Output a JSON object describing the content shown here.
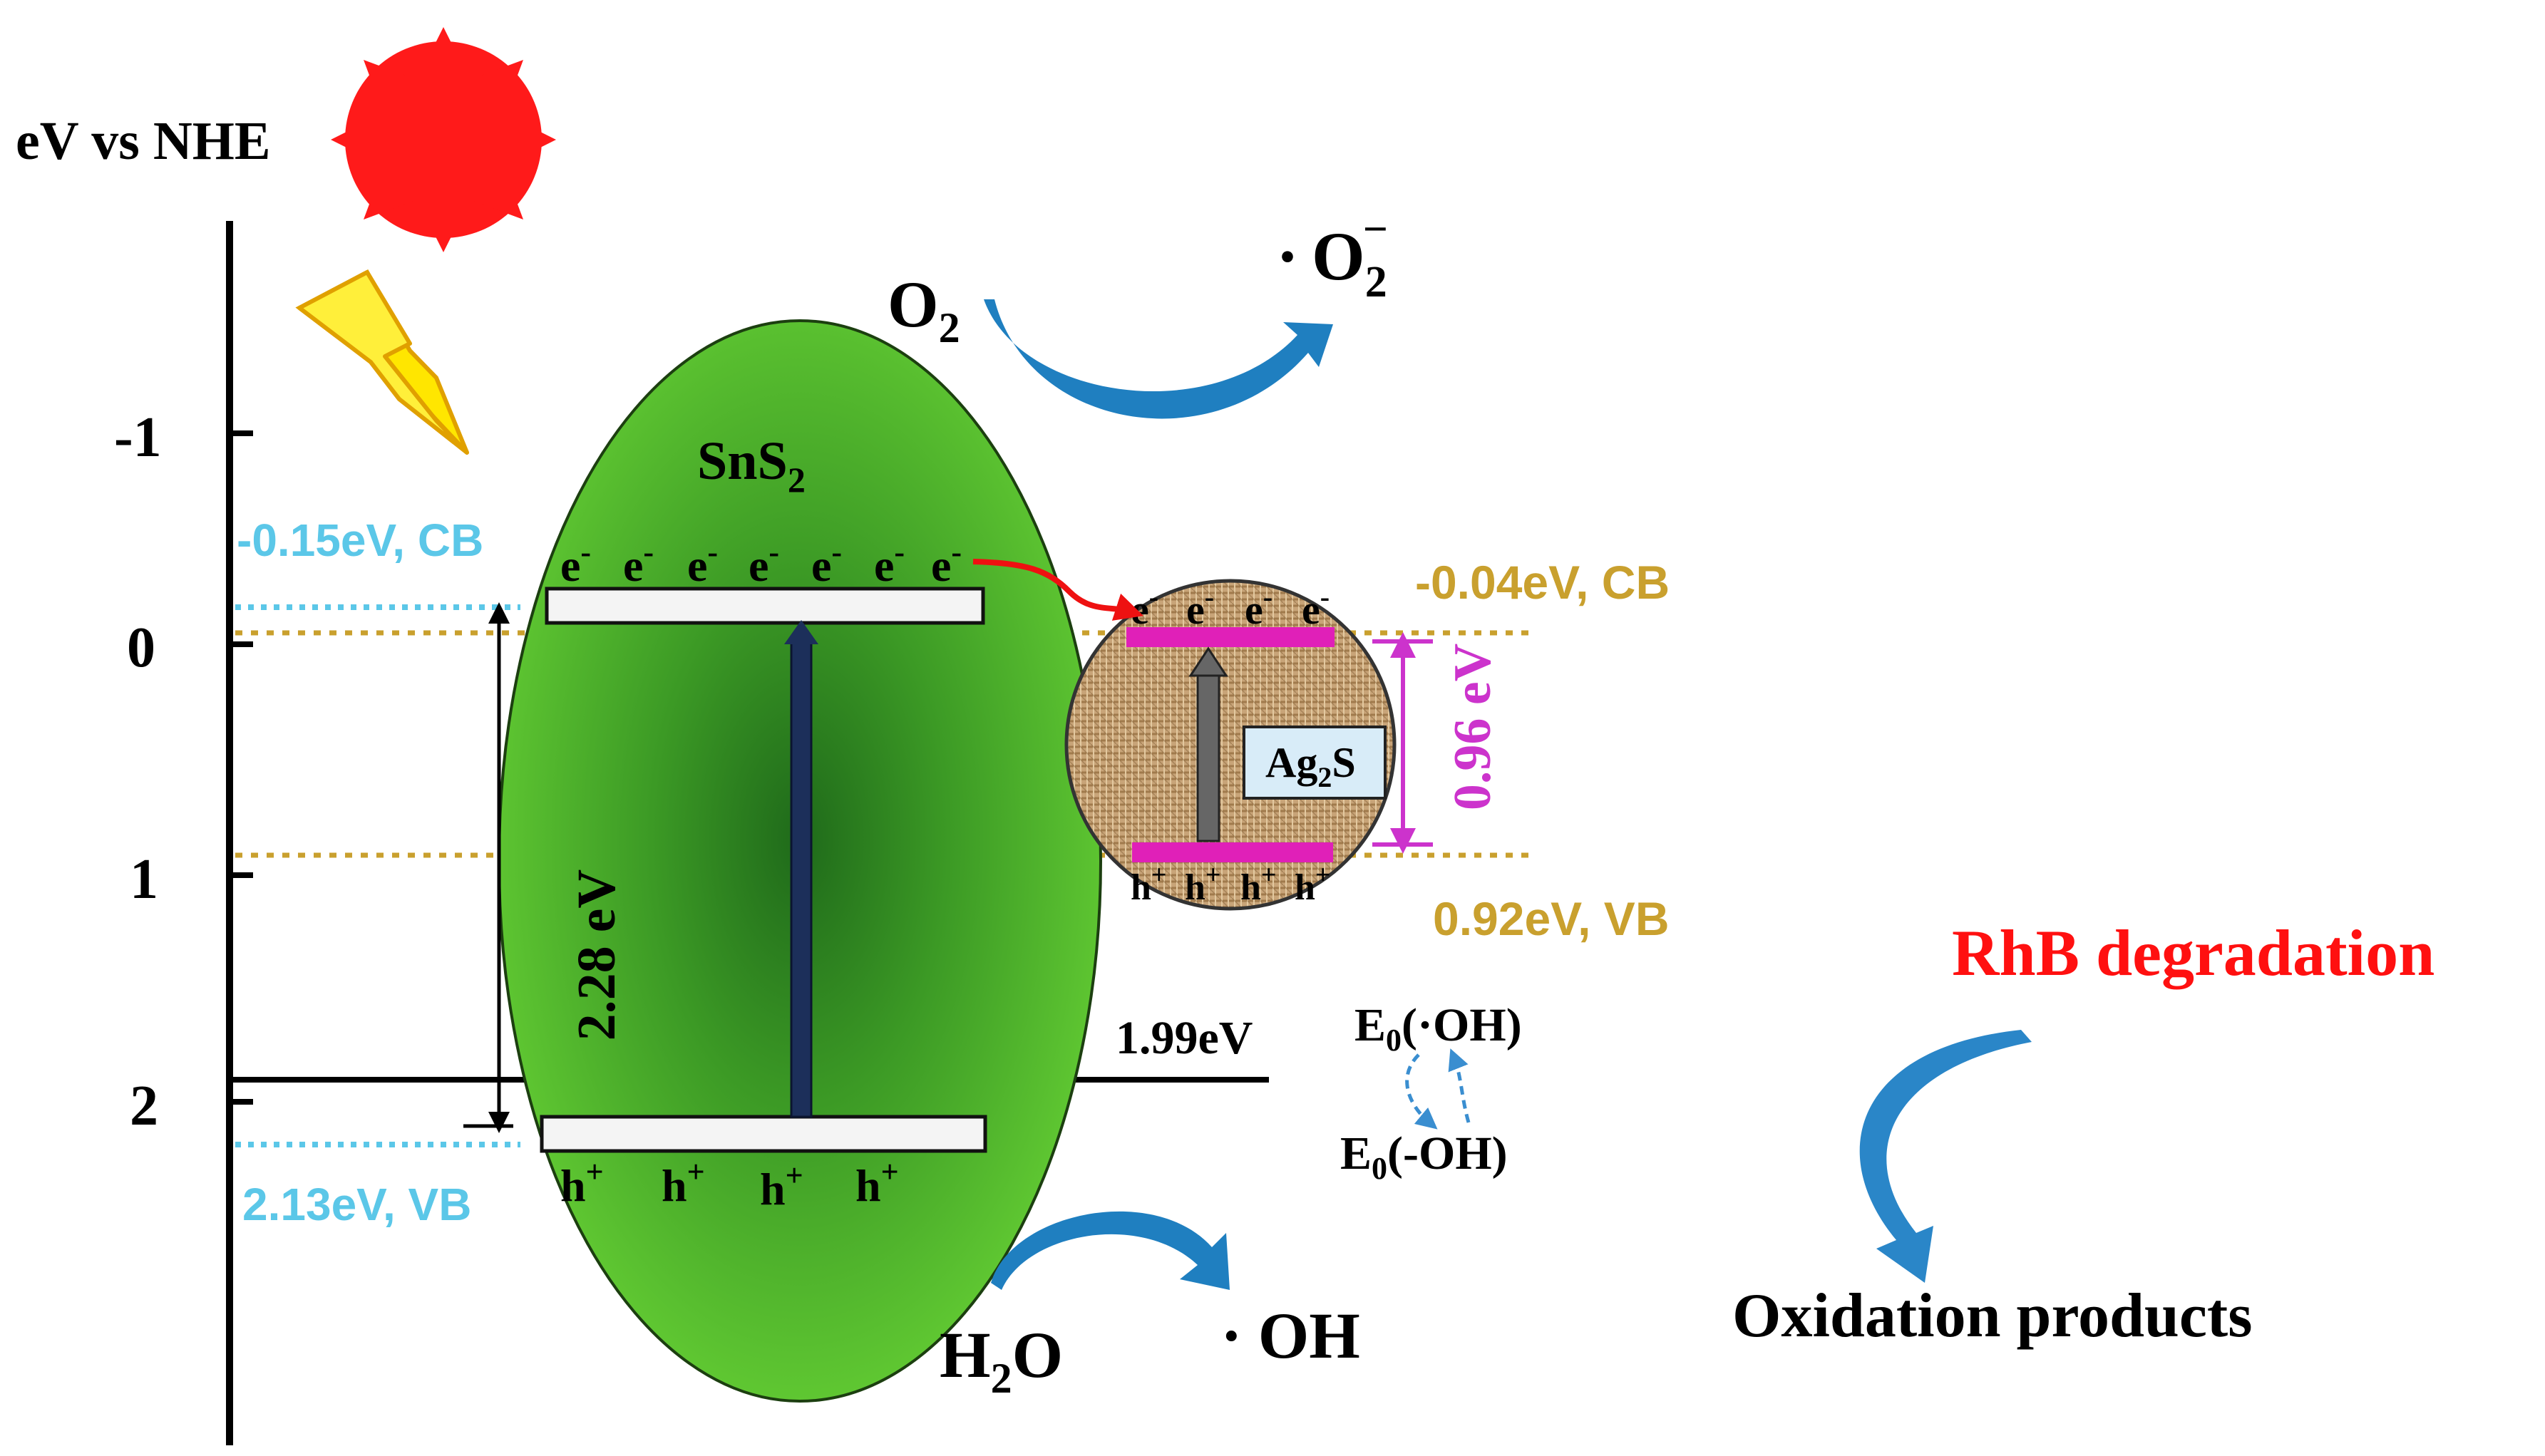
{
  "colors": {
    "sns2_band": "#5bc7e8",
    "ag2s_band": "#c9a02e",
    "gap_ag2s": "#cc33cc",
    "rhb": "#ff1010",
    "arrow_blue": "#1f7fc0",
    "ellipse_green": "#5cc42e"
  },
  "axis": {
    "title": "eV vs NHE",
    "ticks": [
      "-1",
      "0",
      "1",
      "2"
    ]
  },
  "sns2": {
    "label": "SnS",
    "label_sub": "2",
    "cb": "-0.15eV, CB",
    "vb": "2.13eV, VB",
    "gap": "2.28 eV",
    "electron": "e",
    "electron_sup": "-",
    "hole": "h",
    "hole_sup": "+"
  },
  "ag2s": {
    "label": "Ag",
    "label_sub": "2",
    "label_end": "S",
    "cb": "-0.04eV, CB",
    "vb": "0.92eV, VB",
    "gap": "0.96 eV",
    "electron": "e",
    "electron_sup": "-",
    "hole": "h",
    "hole_sup": "+"
  },
  "level_199": "1.99eV",
  "redox": {
    "e0": "E",
    "e0_sub": "0",
    "oh_radical": "(·OH)",
    "oh_ion": "(-OH)"
  },
  "reactions": {
    "o2": "O",
    "o2_sub": "2",
    "superoxide_dot": "·",
    "superoxide": "O",
    "superoxide_sub": "2",
    "superoxide_sup": "−",
    "h2o_h": "H",
    "h2o_sub": "2",
    "h2o_o": "O",
    "oh_dot": "·",
    "oh": "OH"
  },
  "rhb": {
    "title": "RhB degradation",
    "products": "Oxidation products"
  }
}
